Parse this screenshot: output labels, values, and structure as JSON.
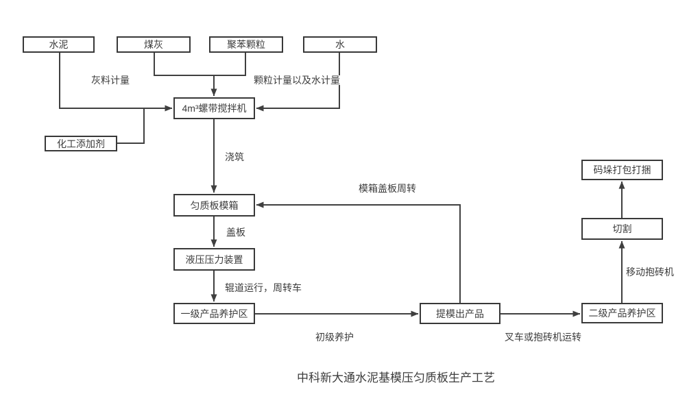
{
  "title": "中科新大通水泥基模压匀质板生产工艺",
  "nodes": {
    "cement": {
      "label": "水泥"
    },
    "coal_ash": {
      "label": "煤灰"
    },
    "eps_granule": {
      "label": "聚苯颗粒"
    },
    "water": {
      "label": "水"
    },
    "mixer": {
      "label": "4m³螺带搅拌机"
    },
    "chem_additive": {
      "label": "化工添加剂"
    },
    "mold_box": {
      "label": "匀质板模箱"
    },
    "hydraulic_press": {
      "label": "液压压力装置"
    },
    "primary_curing": {
      "label": "一级产品养护区"
    },
    "demold_product": {
      "label": "提模出产品"
    },
    "secondary_curing": {
      "label": "二级产品养护区"
    },
    "cutting": {
      "label": "切割"
    },
    "packing": {
      "label": "码垛打包打捆"
    }
  },
  "edge_labels": {
    "ash_metering": "灰料计量",
    "granule_water_metering": "颗粒计量以及水计量",
    "pouring": "浇筑",
    "mold_cover_cycle": "模箱盖板周转",
    "cover_plate": "盖板",
    "roller_transfer": "辊道运行，周转车",
    "primary_cure": "初级养护",
    "forklift_transfer": "叉车或抱砖机运转",
    "mobile_brick_machine": "移动抱砖机"
  },
  "colors": {
    "line": "#3f3f3f",
    "border": "#383838",
    "text": "#3c3c3c",
    "background": "#ffffff"
  }
}
